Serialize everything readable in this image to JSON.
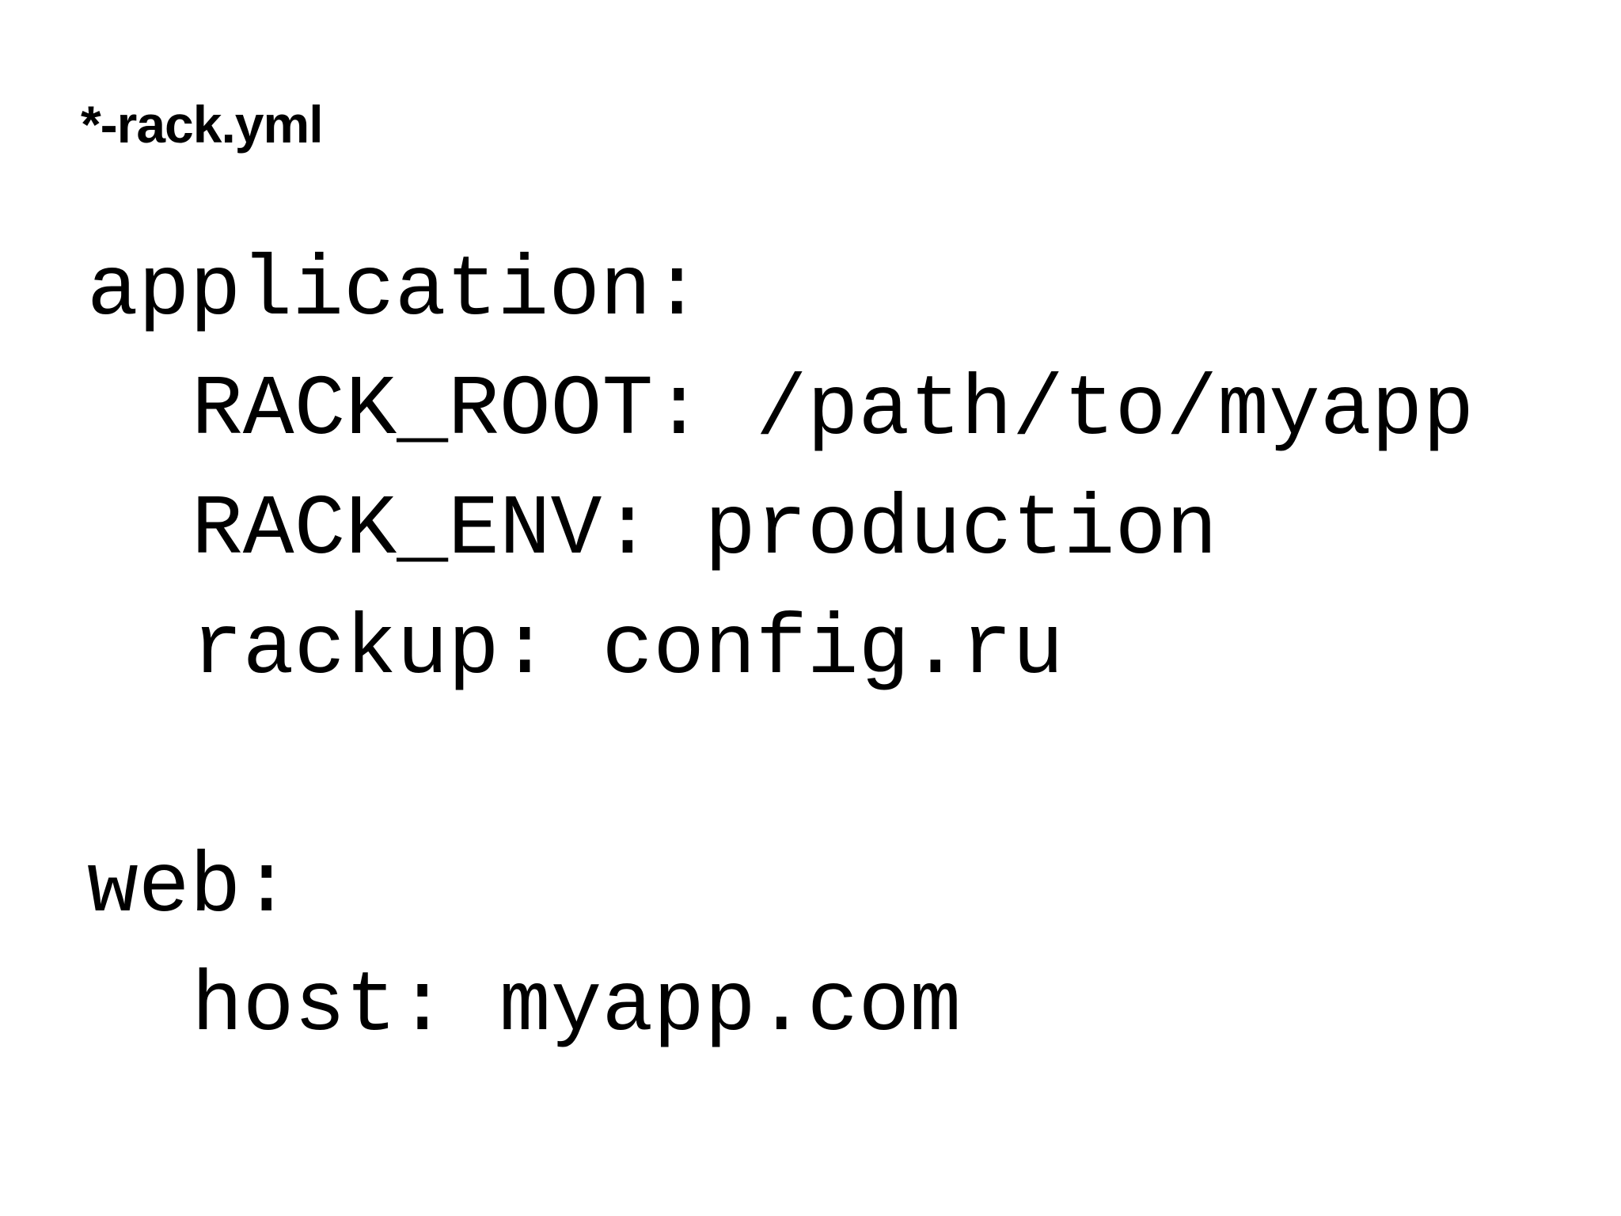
{
  "slide": {
    "title": "*-rack.yml",
    "code_lines": [
      "application:",
      "RACK_ROOT: /path/to/myapp",
      "RACK_ENV: production",
      "rackup: config.ru",
      "web:",
      "host: myapp.com"
    ]
  }
}
